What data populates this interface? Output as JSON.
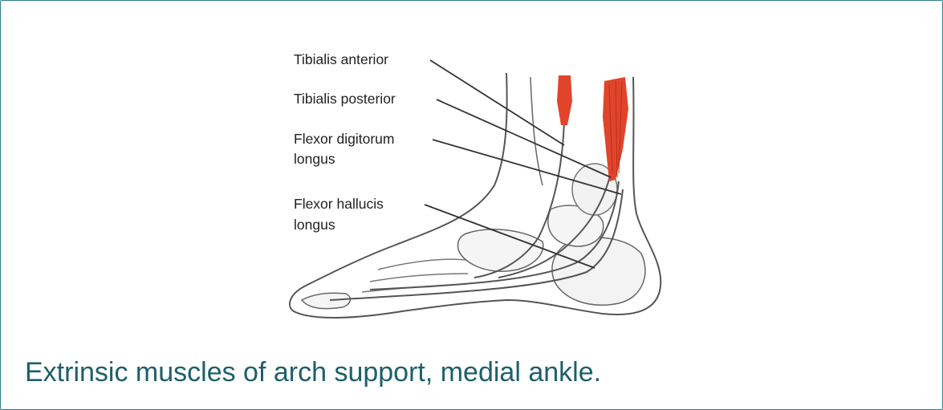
{
  "labels": {
    "tibialis_anterior": "Tibialis anterior",
    "tibialis_posterior": "Tibialis posterior",
    "flexor_digitorum_line1": "Flexor digitorum",
    "flexor_digitorum_line2": "longus",
    "flexor_hallucis_line1": "Flexor hallucis",
    "flexor_hallucis_line2": "longus"
  },
  "caption": "Extrinsic muscles of arch support, medial ankle.",
  "colors": {
    "border": "#2e7d8c",
    "caption": "#1d5f6b",
    "muscle": "#e0452b",
    "line": "#333333"
  }
}
